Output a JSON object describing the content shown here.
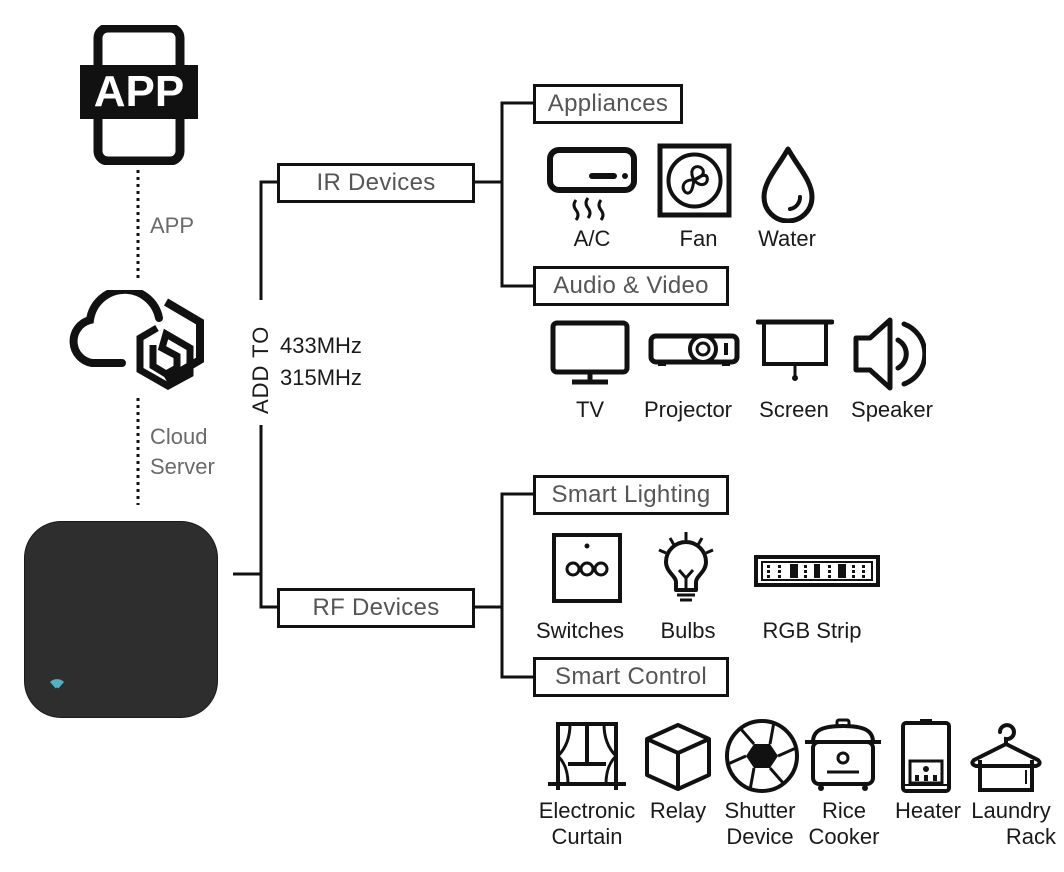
{
  "app_icon": {
    "label": "APP",
    "icon": "smartphone-app-icon"
  },
  "left_column": {
    "app_link_label": "APP",
    "cloud_icon": "cloud-server-icon",
    "cloud_label_line1": "Cloud",
    "cloud_label_line2": "Server",
    "hub_icon": "ir-rf-hub-icon",
    "hub_indicator": "wifi-indicator-icon",
    "hub_indicator_color": "#4fb3c4"
  },
  "connector": {
    "add_to_label": "ADD TO",
    "frequency_1": "433MHz",
    "frequency_2": "315MHz"
  },
  "branches": [
    {
      "label": "IR Devices",
      "groups": [
        {
          "label": "Appliances",
          "items": [
            {
              "label": "A/C",
              "icon": "air-conditioner-icon"
            },
            {
              "label": "Fan",
              "icon": "fan-icon"
            },
            {
              "label": "Water",
              "icon": "water-drop-icon"
            }
          ]
        },
        {
          "label": "Audio & Video",
          "items": [
            {
              "label": "TV",
              "icon": "tv-icon"
            },
            {
              "label": "Projector",
              "icon": "projector-icon"
            },
            {
              "label": "Screen",
              "icon": "projection-screen-icon"
            },
            {
              "label": "Speaker",
              "icon": "speaker-icon"
            }
          ]
        }
      ]
    },
    {
      "label": "RF Devices",
      "groups": [
        {
          "label": "Smart Lighting",
          "items": [
            {
              "label": "Switches",
              "icon": "wall-switch-icon"
            },
            {
              "label": "Bulbs",
              "icon": "light-bulb-icon"
            },
            {
              "label": "RGB Strip",
              "icon": "rgb-strip-icon"
            }
          ]
        },
        {
          "label": "Smart Control",
          "items": [
            {
              "label_line1": "Electronic",
              "label_line2": "Curtain",
              "icon": "curtain-icon"
            },
            {
              "label_line1": "Relay",
              "label_line2": "",
              "icon": "relay-cube-icon"
            },
            {
              "label_line1": "Shutter",
              "label_line2": "Device",
              "icon": "shutter-icon"
            },
            {
              "label_line1": "Rice",
              "label_line2": "Cooker",
              "icon": "rice-cooker-icon"
            },
            {
              "label_line1": "Heater",
              "label_line2": "",
              "icon": "heater-icon"
            },
            {
              "label_line1": "Laundry",
              "label_line2": "Rack",
              "icon": "laundry-rack-icon"
            }
          ]
        }
      ]
    }
  ]
}
